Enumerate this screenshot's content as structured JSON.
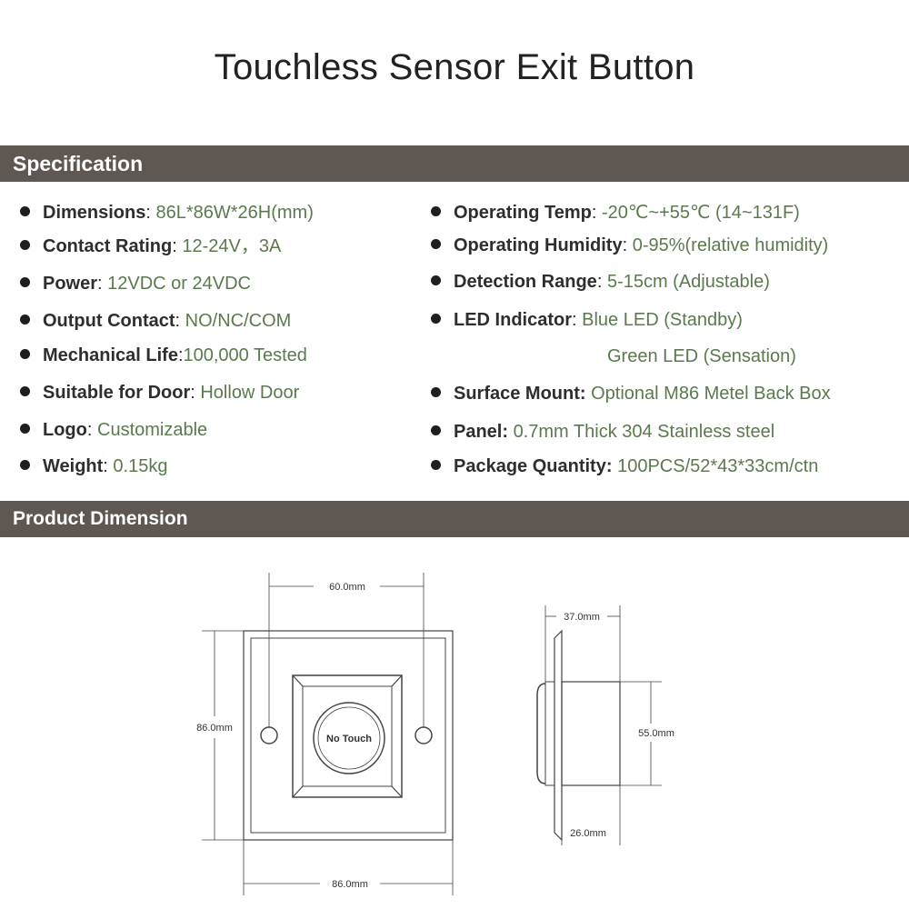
{
  "title": "Touchless Sensor Exit Button",
  "sections": {
    "specification": "Specification",
    "product_dimension": "Product Dimension"
  },
  "spec_left": [
    {
      "label": "Dimensions",
      "sep": ": ",
      "value": "86L*86W*26H(mm)"
    },
    {
      "label": "Contact Rating",
      "sep": ": ",
      "value": "12-24V，3A"
    },
    {
      "label": "Power",
      "sep": ": ",
      "value": "12VDC or 24VDC"
    },
    {
      "label": "Output Contact",
      "sep": ": ",
      "value": "NO/NC/COM"
    },
    {
      "label": "Mechanical Life",
      "sep": ":",
      "value": "100,000 Tested"
    },
    {
      "label": "Suitable for Door",
      "sep": ": ",
      "value": "Hollow Door"
    },
    {
      "label": "Logo",
      "sep": ": ",
      "value": "Customizable"
    },
    {
      "label": "Weight",
      "sep": ": ",
      "value": "0.15kg"
    }
  ],
  "spec_right": [
    {
      "label": "Operating Temp",
      "sep": ": ",
      "value": "-20℃~+55℃ (14~131F)"
    },
    {
      "label": "Operating Humidity",
      "sep": ": ",
      "value": "0-95%(relative humidity)"
    },
    {
      "label": "Detection Range",
      "sep": ": ",
      "value": "5-15cm  (Adjustable)"
    },
    {
      "label": "LED Indicator",
      "sep": ": ",
      "value": "Blue LED  (Standby)"
    },
    {
      "continuation": "Green LED (Sensation)"
    },
    {
      "label": "Surface Mount:",
      "sep": " ",
      "value": "Optional M86 Metel Back Box"
    },
    {
      "label": "Panel:",
      "sep": " ",
      "value": "0.7mm Thick 304 Stainless steel"
    },
    {
      "label": "Package Quantity:",
      "sep": " ",
      "value": "100PCS/52*43*33cm/ctn"
    }
  ],
  "diagram": {
    "front": {
      "top_dim": "60.0mm",
      "left_dim": "86.0mm",
      "bottom_dim": "86.0mm",
      "button_text": "No Touch"
    },
    "side": {
      "top_dim": "37.0mm",
      "right_dim": "55.0mm",
      "bottom_dim": "26.0mm"
    }
  }
}
